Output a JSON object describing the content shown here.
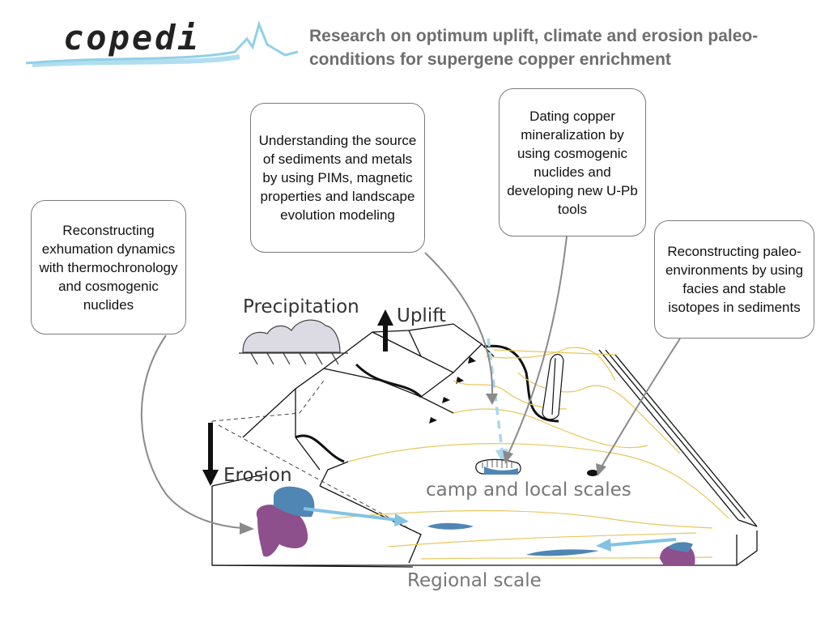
{
  "logo": {
    "text": "copedi",
    "accent_color": "#8fd0e8"
  },
  "title": "Research on optimum uplift, climate and erosion paleo-conditions for supergene copper enrichment",
  "bubbles": {
    "exhumation": "Reconstructing exhumation dynamics with thermochronology and cosmogenic nuclides",
    "sediments": "Understanding the source of sediments and metals by using PIMs, magnetic properties and landscape evolution modeling",
    "dating": "Dating copper mineralization by using cosmogenic nuclides and developing new U-Pb tools",
    "paleo": "Reconstructing paleo-environments by using facies and stable isotopes in sediments"
  },
  "labels": {
    "precipitation": "Precipitation",
    "uplift": "Uplift",
    "erosion": "Erosion",
    "camp": "camp and local scales",
    "regional": "Regional scale"
  },
  "colors": {
    "blue_body": "#4f86b4",
    "purple_body": "#8e4f8d",
    "arrow_blue": "#82c3e3",
    "yellow_lines": "#e8c65a",
    "cloud": "#dcdbe3"
  }
}
